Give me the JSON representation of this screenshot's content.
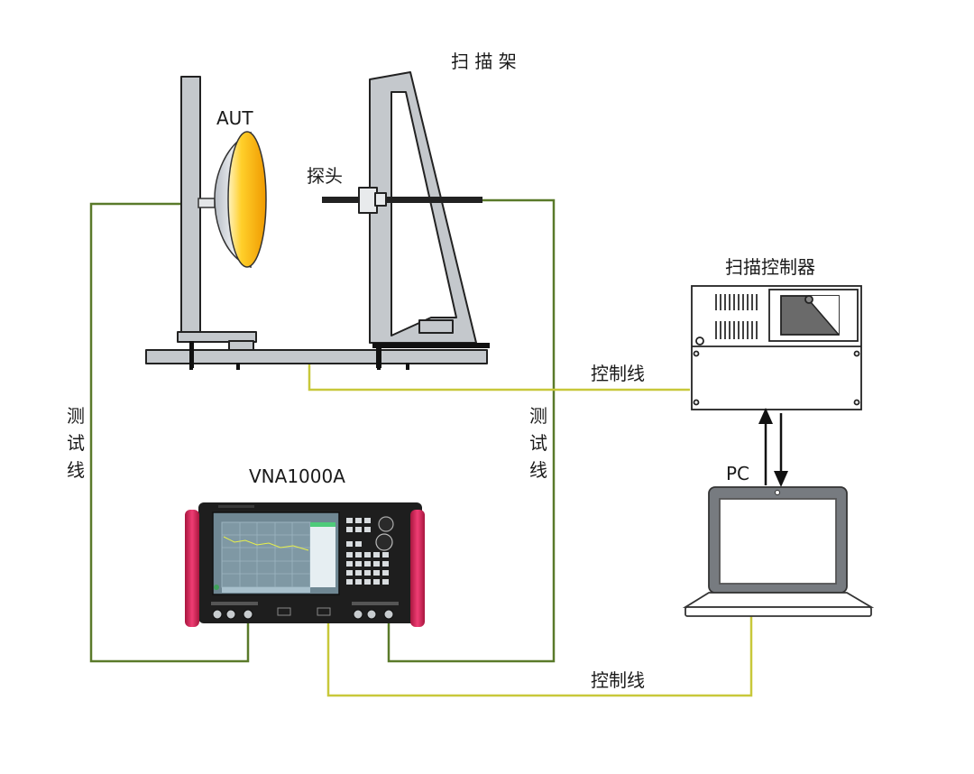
{
  "diagram": {
    "labels": {
      "scanner_frame": "扫 描 架",
      "aut": "AUT",
      "probe": "探头",
      "scan_controller": "扫描控制器",
      "control_line_top": "控制线",
      "control_line_bottom": "控制线",
      "test_line_left": "测试线",
      "test_line_right": "测试线",
      "vna": "VNA1000A",
      "pc": "PC"
    },
    "colors": {
      "test_line": "#5a7a2a",
      "control_line": "#c8c83a",
      "frame_fill": "#c4c8cc",
      "dish_fill": "#f7b500",
      "vna_handle": "#d8245a",
      "vna_body": "#1e1e1e",
      "vna_screen": "#6f8793"
    },
    "icons": {
      "scanner": "scanner-frame-icon",
      "antenna": "dish-antenna-icon",
      "controller": "scan-controller-icon",
      "vna": "vector-network-analyzer-icon",
      "pc": "laptop-icon"
    }
  }
}
